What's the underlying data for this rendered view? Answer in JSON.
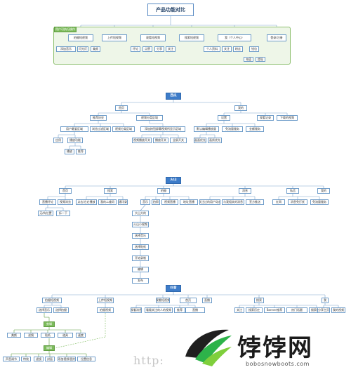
{
  "title": "产品功能对比",
  "top_tag": "用户可执行操作",
  "top_branches": [
    "拍摄短视频",
    "上传短视频",
    "观看短视频",
    "搜索短视频",
    "我（个人中心）",
    "登录/注册"
  ],
  "top_leaves": [
    "添加音乐",
    "闪光灯",
    "美颜",
    "评论",
    "点赞",
    "分享",
    "关注",
    "个人资料",
    "关注",
    "粉丝",
    "钱包",
    "充值",
    "提现"
  ],
  "sections": [
    {
      "name": "西瓜",
      "nodes": [
        "首页",
        "我的",
        "推荐历史",
        "视频分类区域",
        "设置",
        "观看记录",
        "下载的视频",
        "用户最爱区域",
        "浏览过滤区域",
        "视频分类区域",
        "添加按钮屏幕视频所显示区域",
        "默认编辑播放量",
        "免流量服务",
        "金额服务",
        "视频播放开关",
        "播放开关",
        "全屏开关",
        "画面优先",
        "画质优先",
        "应用",
        "播放功能",
        "播放",
        "推荐"
      ]
    },
    {
      "name": "火山",
      "nodes": [
        "首页",
        "搜索",
        "拍摄",
        "消息",
        "私信",
        "我的",
        "直播评论",
        "视频浏览",
        "点击/左右播放",
        "我的二维码",
        "通讯录",
        "音乐",
        "拍照",
        "视频直播",
        "地址直播",
        "关注过的用户动态",
        "与我相关的消息",
        "宣方推送",
        "红网",
        "消息免打扰",
        "免流量服务",
        "无/有位置",
        "拆一下",
        "大山大的",
        "火山小视频",
        "选择音乐",
        "选择贴纸",
        "开始录制",
        "编辑",
        "发布"
      ]
    },
    {
      "name": "抖音",
      "nodes": [
        "拍摄短视频",
        "上传短视频",
        "观看短视频",
        "首页",
        "直播",
        "搜索",
        "我",
        "选择音乐",
        "选择拍摄",
        "拍摄视频",
        "观看消息",
        "看看关注的人的视频",
        "推荐",
        "直播",
        "观看消息",
        "关注",
        "搜索历史",
        "Banner推荐",
        "热门话题",
        "搜索结果",
        "分享主页",
        "我的视频",
        "剪辑",
        "美颜",
        "滤镜",
        "贴纸",
        "道具",
        "速度",
        "声音"
      ]
    }
  ],
  "lyb_tags": [
    "剪辑",
    "编辑"
  ],
  "bottom_row": [
    "声音调节",
    "特效",
    "滤镜",
    "封面",
    "添加视频/图片",
    "位置信息"
  ],
  "watermark": {
    "brand": "饽饽网",
    "url": "bobosnowboots.com"
  },
  "http_mark": "http:"
}
